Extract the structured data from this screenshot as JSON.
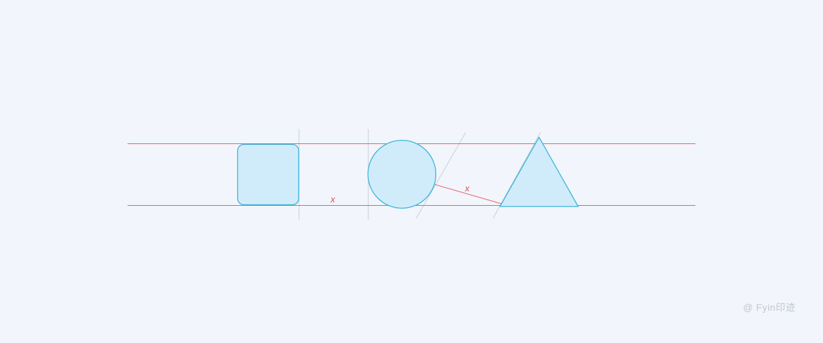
{
  "diagram": {
    "shapes": [
      {
        "kind": "rounded-square",
        "name": "square"
      },
      {
        "kind": "circle",
        "name": "circle"
      },
      {
        "kind": "triangle",
        "name": "triangle"
      }
    ],
    "spacing_labels": [
      "x",
      "x"
    ],
    "colors": {
      "background": "#f2f5fb",
      "shape_fill": "#d0ecfa",
      "shape_stroke": "#3bb5db",
      "guide_line": "#e8606a",
      "construction_line": "#c9ced6",
      "spacing_label": "#e0505c"
    }
  },
  "watermark": "@ Fyin印迹"
}
